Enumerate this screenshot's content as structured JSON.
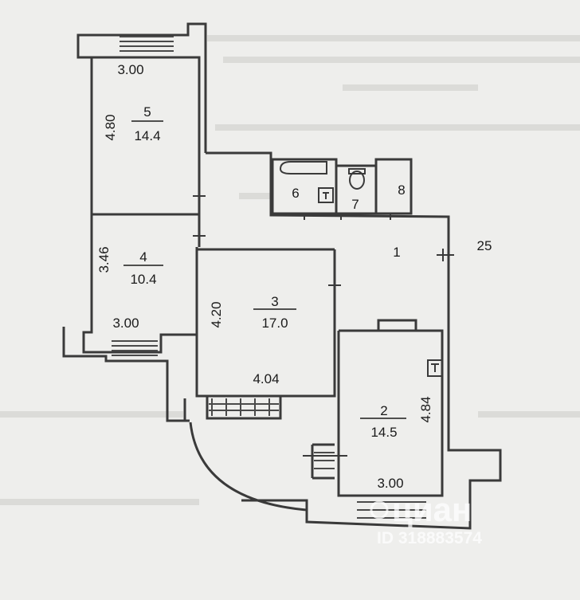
{
  "plan": {
    "rooms": [
      {
        "number": "1"
      },
      {
        "number": "2",
        "area": "14.5"
      },
      {
        "number": "3",
        "area": "17.0"
      },
      {
        "number": "4",
        "area": "10.4"
      },
      {
        "number": "5",
        "area": "14.4"
      },
      {
        "number": "6"
      },
      {
        "number": "7"
      },
      {
        "number": "8"
      }
    ],
    "dimensions": {
      "room5_width": "3.00",
      "room5_length": "4.80",
      "room4_length": "3.46",
      "room4_width": "3.00",
      "room3_length": "4.20",
      "room3_width": "4.04",
      "room2_length": "4.84",
      "room2_width": "3.00",
      "side_note": "25"
    },
    "watermark": {
      "brand": "циан",
      "listing_id": "ID 318883574"
    },
    "colors": {
      "paper": "#eeeeec",
      "ink": "#3a3a3a",
      "watermark": "#ffffff"
    }
  }
}
